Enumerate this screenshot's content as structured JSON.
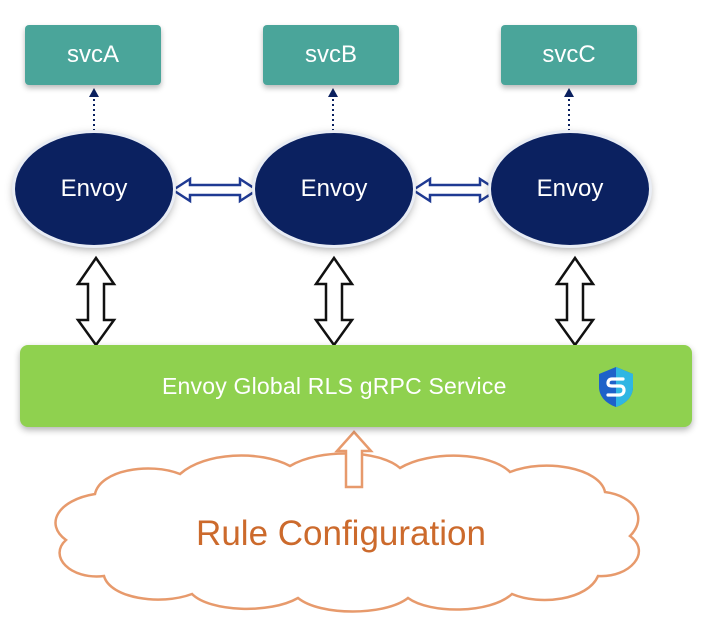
{
  "services": [
    {
      "label": "svcA"
    },
    {
      "label": "svcB"
    },
    {
      "label": "svcC"
    }
  ],
  "proxies": [
    {
      "label": "Envoy"
    },
    {
      "label": "Envoy"
    },
    {
      "label": "Envoy"
    }
  ],
  "rls_service": {
    "label": "Envoy Global RLS gRPC Service",
    "logo_icon": "shield-s-logo-icon"
  },
  "config": {
    "label": "Rule Configuration"
  },
  "colors": {
    "service_box": "#4aa59a",
    "envoy_node": "#0b2160",
    "rls_bar": "#8fd14f",
    "config_stroke": "#e79a6c",
    "config_text": "#cc6a2c"
  }
}
